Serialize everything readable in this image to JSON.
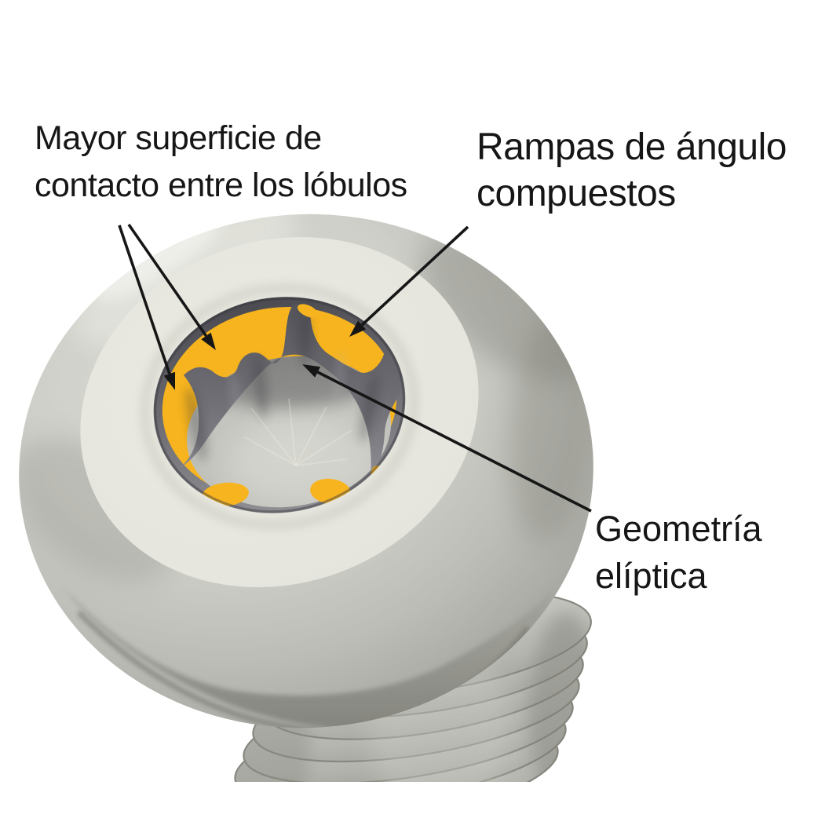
{
  "diagram": {
    "background": "#FFFFFF",
    "annotations": {
      "contact": {
        "line1": "Mayor superficie de",
        "line2": "contacto entre los lóbulos",
        "points_to": "lobe-contact-surfaces"
      },
      "ramps": {
        "line1": "Rampas de ángulo",
        "line2": "compuestos",
        "points_to": "compound-angle-ramp"
      },
      "geometry": {
        "line1": "Geometría",
        "line2": "elíptica",
        "points_to": "recess-floor"
      }
    },
    "colors": {
      "highlight_yellow": "#F7B41E",
      "arrow": "#161616",
      "text": "#161616",
      "head_top_face": "#E8E8E0",
      "head_shell": "#C4C4BE",
      "recess_wall": "#66666B",
      "recess_floor": "#C6C6C0",
      "background": "#FFFFFF"
    }
  }
}
